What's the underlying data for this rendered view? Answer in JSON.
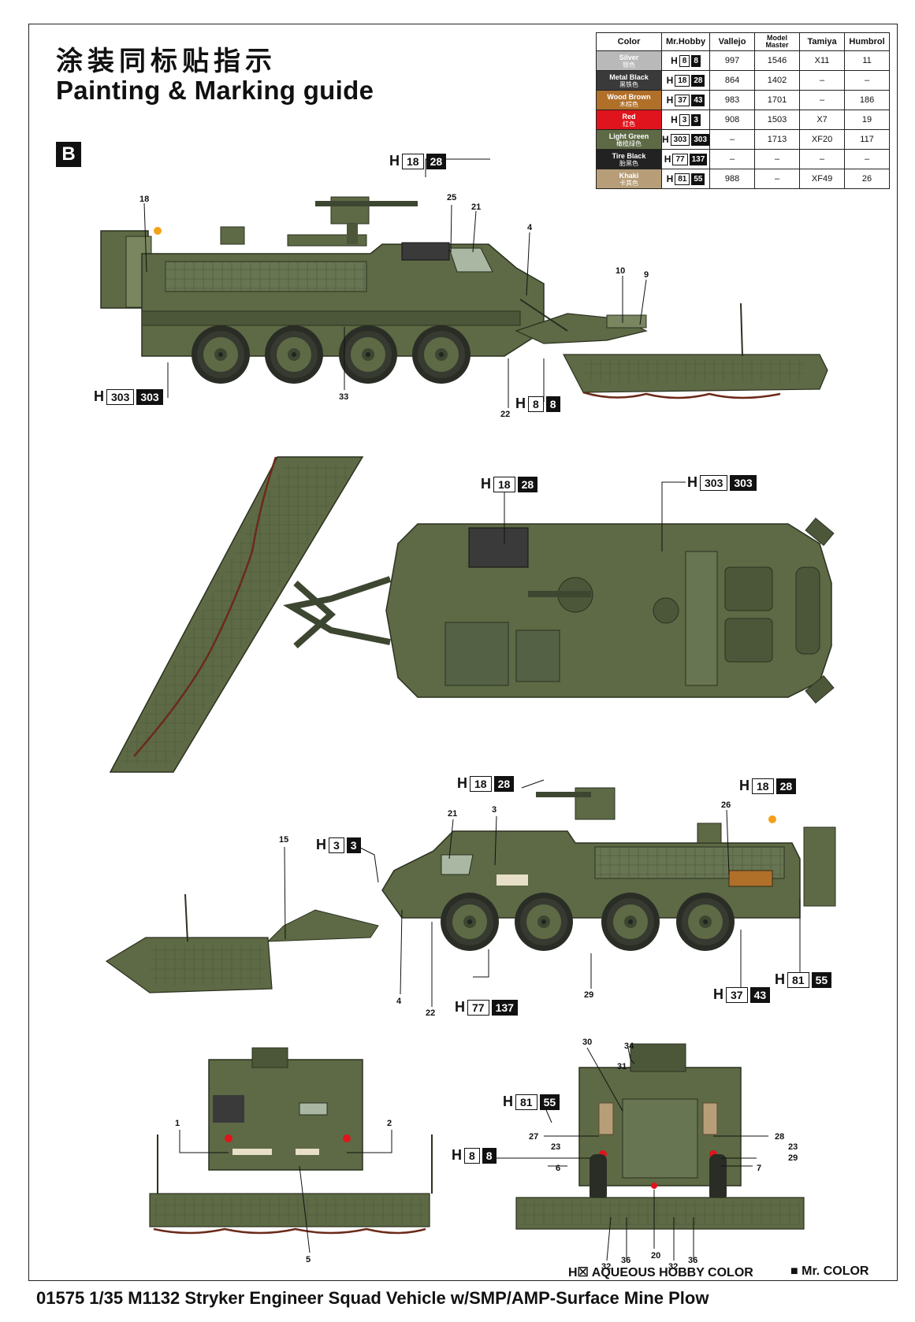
{
  "header": {
    "title_cn": "涂装同标贴指示",
    "title_en": "Painting & Marking guide",
    "section_badge": "B"
  },
  "color_table": {
    "headers": [
      "Color",
      "Mr.Hobby",
      "Vallejo",
      "Model Master",
      "Tamiya",
      "Humbrol"
    ],
    "rows": [
      {
        "name": "Silver",
        "cn": "银色",
        "hb": "8",
        "mb": "8",
        "vallejo": "997",
        "model_master": "1546",
        "tamiya": "X11",
        "humbrol": "11",
        "swatch": "#b9b9b9"
      },
      {
        "name": "Metal Black",
        "cn": "黑铁色",
        "hb": "18",
        "mb": "28",
        "vallejo": "864",
        "model_master": "1402",
        "tamiya": "–",
        "humbrol": "–",
        "swatch": "#3a3a3a"
      },
      {
        "name": "Wood Brown",
        "cn": "木棕色",
        "hb": "37",
        "mb": "43",
        "vallejo": "983",
        "model_master": "1701",
        "tamiya": "–",
        "humbrol": "186",
        "swatch": "#b0702a"
      },
      {
        "name": "Red",
        "cn": "红色",
        "hb": "3",
        "mb": "3",
        "vallejo": "908",
        "model_master": "1503",
        "tamiya": "X7",
        "humbrol": "19",
        "swatch": "#e0141c"
      },
      {
        "name": "Light Green",
        "cn": "橄榄绿色",
        "hb": "303",
        "mb": "303",
        "vallejo": "–",
        "model_master": "1713",
        "tamiya": "XF20",
        "humbrol": "117",
        "swatch": "#5d6a45"
      },
      {
        "name": "Tire Black",
        "cn": "胎黑色",
        "hb": "77",
        "mb": "137",
        "vallejo": "–",
        "model_master": "–",
        "tamiya": "–",
        "humbrol": "–",
        "swatch": "#222222"
      },
      {
        "name": "Khaki",
        "cn": "卡其色",
        "hb": "81",
        "mb": "55",
        "vallejo": "988",
        "model_master": "–",
        "tamiya": "XF49",
        "humbrol": "26",
        "swatch": "#b79e78"
      }
    ]
  },
  "callouts": {
    "h": "H",
    "c18_28": {
      "hb": "18",
      "mb": "28"
    },
    "c303_303": {
      "hb": "303",
      "mb": "303"
    },
    "c8_8": {
      "hb": "8",
      "mb": "8"
    },
    "c3_3": {
      "hb": "3",
      "mb": "3"
    },
    "c77_137": {
      "hb": "77",
      "mb": "137"
    },
    "c37_43": {
      "hb": "37",
      "mb": "43"
    },
    "c81_55": {
      "hb": "81",
      "mb": "55"
    }
  },
  "part_numbers": {
    "n18": "18",
    "n25": "25",
    "n21": "21",
    "n4": "4",
    "n10": "10",
    "n9": "9",
    "n33": "33",
    "n22": "22",
    "n15": "15",
    "n3": "3",
    "n26": "26",
    "n29": "29",
    "n1": "1",
    "n2": "2",
    "n5": "5",
    "n30": "30",
    "n34": "34",
    "n31": "31",
    "n27": "27",
    "n23": "23",
    "n6": "6",
    "n28": "28",
    "n7": "7",
    "n32": "32",
    "n36": "36",
    "n20": "20"
  },
  "legend": {
    "aqueous_mark": "H☒",
    "aqueous": "AQUEOUS HOBBY COLOR",
    "mr_mark": "■",
    "mr": "Mr. COLOR"
  },
  "footer": {
    "text": "01575 1/35 M1132 Stryker Engineer Squad Vehicle w/SMP/AMP-Surface Mine Plow"
  },
  "colors": {
    "olive": "#5d6a45",
    "olive_dark": "#3d4630",
    "olive_light": "#7a8660",
    "tire": "#2a2d25",
    "chain": "#6b2a1a"
  }
}
